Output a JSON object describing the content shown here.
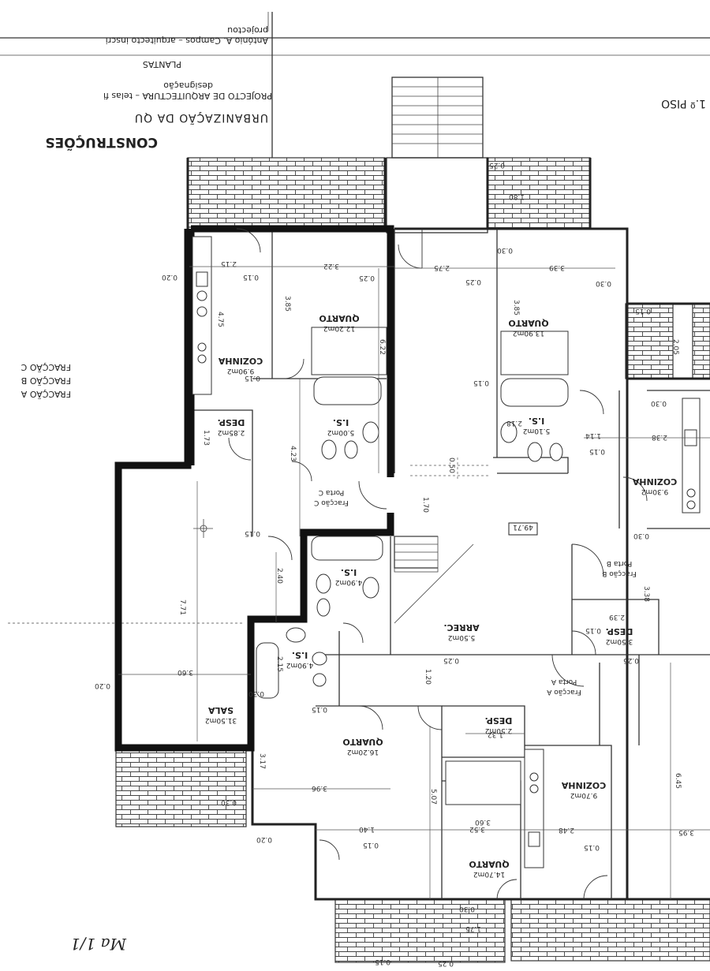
{
  "title_block": {
    "title": "CONSTRUÇÕES",
    "subtitle": "URBANIZAÇÃO   DA   QU",
    "project_line": "PROJECTO DE ARQUITECTURA  –  telas fi",
    "designation_label": "designação",
    "designation": "PLANTAS",
    "author_label": "projectou",
    "author": "António A. Campos  –  arquitecto inscri",
    "floor": "1.º PISO"
  },
  "legend": {
    "a": "FRACÇÃO A",
    "b": "FRACÇÃO B",
    "c": "FRACÇÃO C"
  },
  "rooms": {
    "quarto_c": {
      "name": "QUARTO",
      "area": "12.20m2"
    },
    "cozinha_c": {
      "name": "COZINHA",
      "area": "9.90m2"
    },
    "is_c": {
      "name": "I.S.",
      "area": "5.00m2"
    },
    "desp_c": {
      "name": "DESP.",
      "area": "2.85m2"
    },
    "porta_c": {
      "name": "Porta C",
      "sub": "Fracção C"
    },
    "quarto_b": {
      "name": "QUARTO",
      "area": "13.90m2"
    },
    "is_b": {
      "name": "I.S.",
      "area": "5.10m2"
    },
    "cozinha_b": {
      "name": "COZINHA",
      "area": "9.30m2"
    },
    "porta_b": {
      "name": "Porta B",
      "sub": "Fracção B"
    },
    "desp_b": {
      "name": "DESP.",
      "area": "3.50m2"
    },
    "arrec": {
      "name": "ARREC.",
      "area": "5.50m2"
    },
    "is_mid": {
      "name": "I.S.",
      "area": "4.90m2"
    },
    "is_low": {
      "name": "I.S.",
      "area": "4.90m2"
    },
    "sala": {
      "name": "SALA",
      "area": "31.50m2"
    },
    "quarto_a1": {
      "name": "QUARTO",
      "area": "16.20m2"
    },
    "porta_a": {
      "name": "Porta A",
      "sub": "Fracção A"
    },
    "desp_a": {
      "name": "DESP.",
      "area": "2.50m2"
    },
    "cozinha_a": {
      "name": "COZINHA",
      "area": "9.70m2"
    },
    "quarto_a2": {
      "name": "QUARTO",
      "area": "14.70m2"
    },
    "stair_area": "49.71"
  },
  "dimensions": {
    "d1": "0.20",
    "d2": "2.15",
    "d3": "0.15",
    "d4": "3.22",
    "d5": "0.25",
    "d6": "2.75",
    "d7": "0.25",
    "d8": "3.39",
    "d9": "0.30",
    "d10": "0.30",
    "d11": "1.80",
    "d12": "0.25",
    "d13": "4.75",
    "d14": "3.85",
    "d15": "3.85",
    "d16": "6.22",
    "d17": "0.15",
    "d18": "0.15",
    "d19": "1.73",
    "d20": "2.18",
    "d21": "4.23",
    "d22": "0.50",
    "d23": "1.14",
    "d24": "2.38",
    "d25": "0.15",
    "d26": "1.70",
    "d27": "2.05",
    "d28": "0.30",
    "d29": "0.15",
    "d30": "2.40",
    "d31": "7.71",
    "d32": "0.30",
    "d33": "3.38",
    "d34": "2.39",
    "d35": "0.15",
    "d36": "0.25",
    "d37": "0.25",
    "d38": "0.20",
    "d39": "3.60",
    "d40": "2.15",
    "d41": "1.20",
    "d42": "0.15",
    "d43": "1.32",
    "d44": "3.17",
    "d45": "3.96",
    "d46": "5.07",
    "d47": "6.45",
    "d48": "0.30",
    "d49": "1.40",
    "d50": "3.52",
    "d51": "3.60",
    "d52": "2.48",
    "d53": "3.95",
    "d54": "0.15",
    "d55": "0.15",
    "d56": "0.20",
    "d57": "0.30",
    "d58": "1.75",
    "d59": "0.25",
    "d60": "0.15",
    "d61": "0.30",
    "d62": "0.15"
  },
  "handwriting": "Ma  1/1"
}
